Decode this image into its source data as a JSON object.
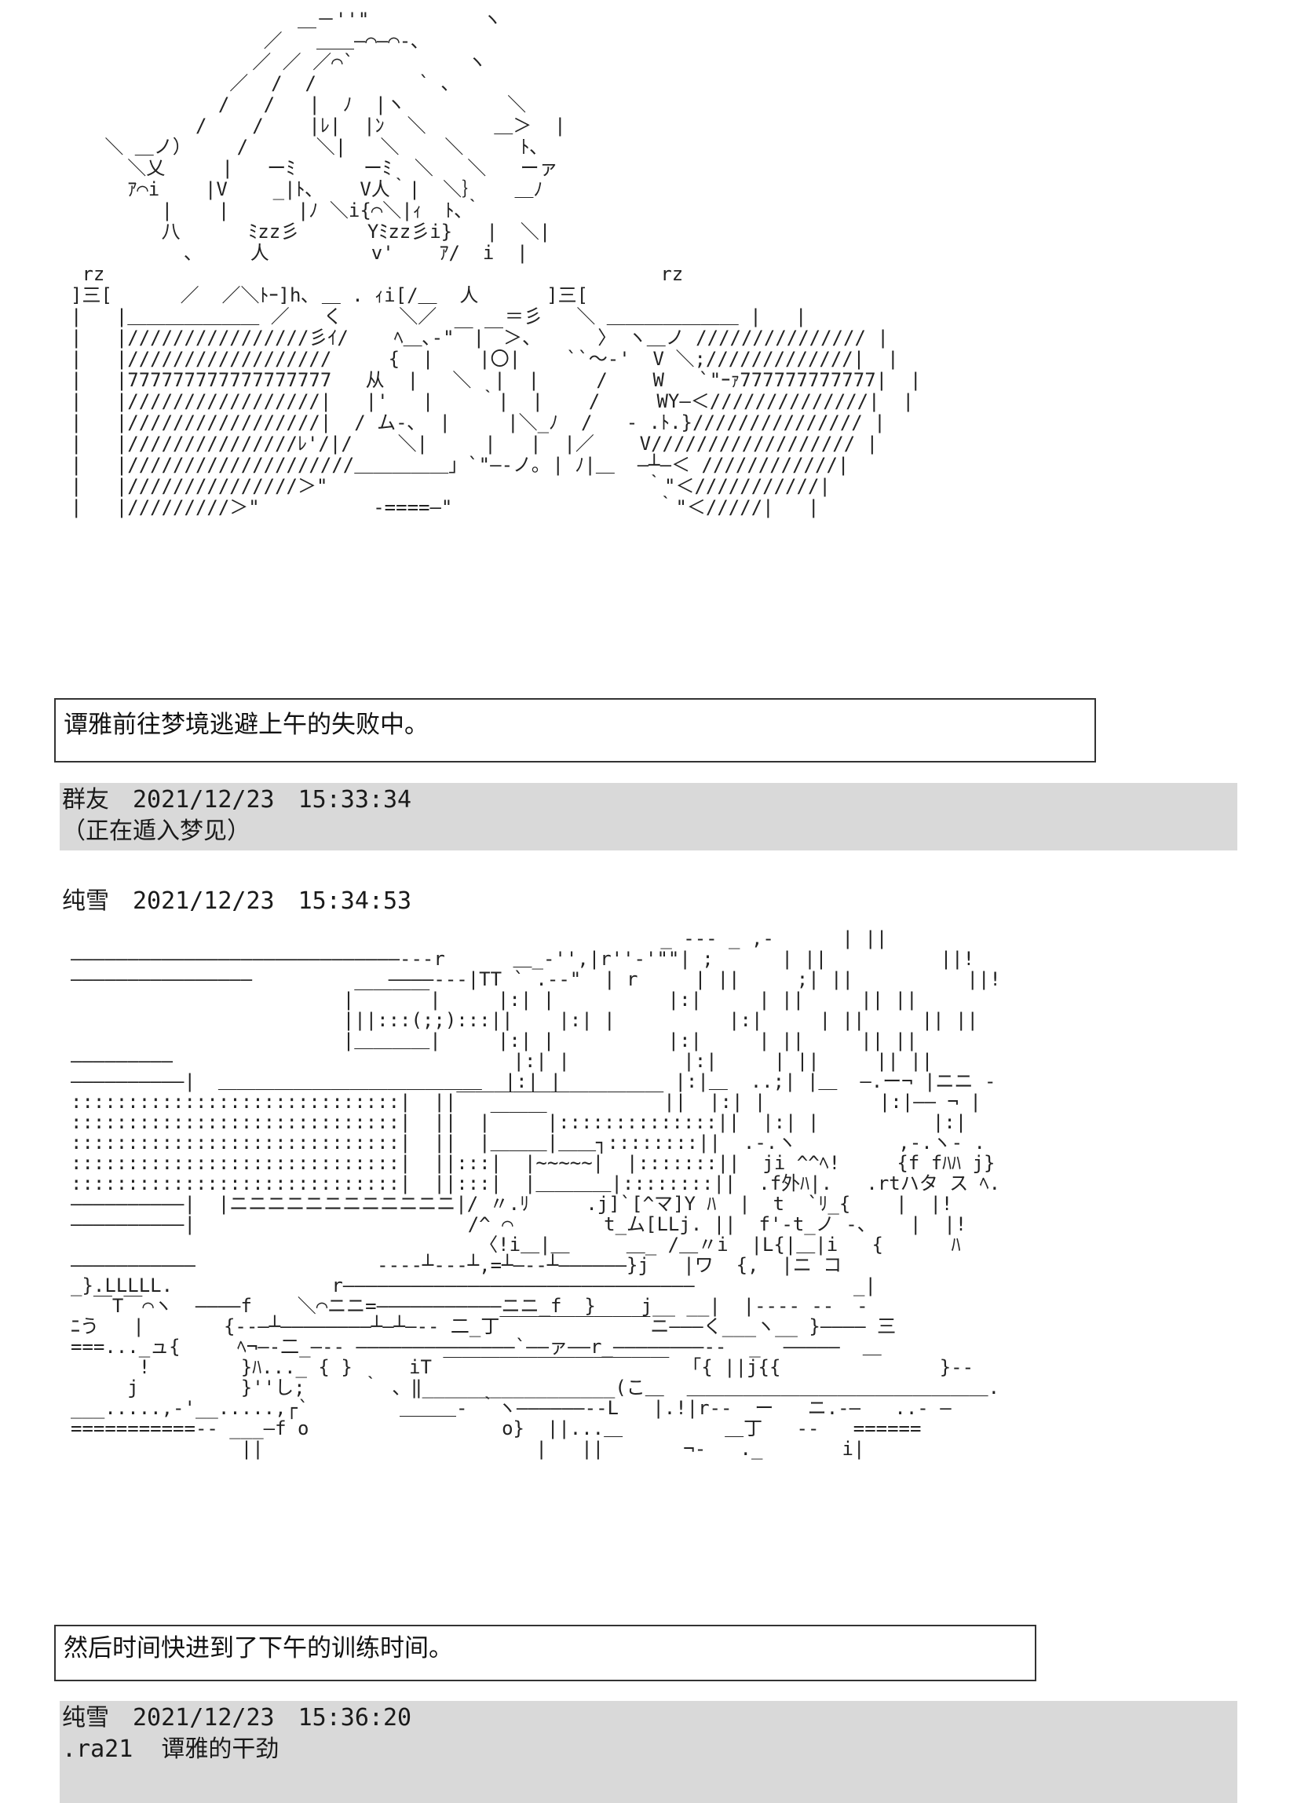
{
  "art": {
    "scene_one": "                    ＿－''\"          ヽ\n                 ／   ＿＿―⌒―⌒‐､\n                ／ ／ ／⌒`          ヽ\n              ／  /  /         ` ､\n             /   /   |  ﾉ  |ヽ         ＼\n           /    /    |ﾚ|  |ﾝ  ＼      ＿＞  |\n   ＼ ＿ノ）    /      ＼|   ＼    ＼     ﾄ､\n     ＼乂     |   ーﾐ      ーﾐ  ＼   ＼   ーァ\n     ｱ⌒i    |V    _|ﾄ､    V人｀|  ＼｝   ＿ﾉ\n        |    |      |ﾉ ＼i{⌒＼|ｨ  ﾄ､｀\n        八      ﾐzz彡      Yﾐzz彡i}   |  ＼|\n          ､     人         v'    ｱ/  i  |\n rz                                                 rz\n]三[      ／  ／＼ﾄｰ]h､ ＿ . ｨi[/＿  人      ]三[\n|   |＿＿＿＿＿＿＿ ／   く     ＼／      ＝彡   ＼ ＿＿＿＿＿＿＿ |   |\n|   |////////////////彡ｲ/    ﾍ＿､-\"￣|￣＞、     〉 ヽ＿ノ /////////////// |\n|   |//////////////////     {  |    |〇|    ``～-'  V ＼;/////////////|  |\n|   |777777777777777777   从  |   ＼  |  |     /    W   `\"ｰｧ777777777777|  |\n|   |/////////////////|   |'   |    ｀|  |    /     WY―＜//////////////|  |\n|   |/////////////////|  / ム-､  |     |＼_ﾉ  /   ‐ .ﾄ.}/////////////// |\n|   |///////////////ﾚ'/|/    ＼|     |   |  |／    V////////////////// |\n|   |////////////////////＿＿＿＿＿」`\"―‐ノ｡ | ﾉ|＿  ―┴―＜ ////////////|\n|   |///////////////＞\"                            ｀\"＜///////////|\n|   |/////////＞\"          ‐====―\"                  ｀\"＜/////|   |",
    "scene_two": "                                                    _ -‐- _ ,-      | ||          ||!\n―――――――――――――――――――――――――――――‐‐‐r      ＿_-'',|r''-'\"\"| ;      | ||          ||!\n――――――――――――――――            ――――‐‐‐|TT ` .-‐\"  | r     | ||     ;| ||          ||!\n                        |￣￣￣￣|     |:| |          |:|     | ||     || ||          ||!\n                        |||:::(;;):::||    |:| |          |:|     | ||     || ||          ||!\n                        |＿＿＿＿|     |:| |          |:|     | ||     || ||          ||!\n―――――――――                              |:| |          |:|     | ||     || ||      ;  ||!\n――――――――――|  ＿＿＿＿＿＿＿＿＿＿＿＿＿＿  |:| |          |:|＿  ..;| |＿  ―.ー¬ |ニニ ‐‐| |!\n:::::::::::::::::::::::::::::|  ||￣￣￣￣￣￣￣￣￣￣￣||  |:| |          |:|―― ¬ |    |  ||     |  |!\n:::::::::::::::::::::::::::::|  ||  |￣￣￣|::::::::::::::||  |:| |          |:|     |    |  ||     |  |!\n:::::::::::::::::::::::::::::|  ||  |＿＿＿|＿＿┐::::::::||  .-.ヽ         ,-.ヽ- . |    |  ||     |  |!\n:::::::::::::::::::::::::::::|  ||:::|  |~~~~~|  |:::::::||  ji ^^ﾍ!     {f fﾊﾊ j}.|    ,―-  ヽ  |  |!\n:::::::::::::::::::::::::::::|  ||:::|  |＿＿＿＿|::::::::||  .f外ﾊ|.   .rtハタ ス ﾍ. |  j､  ヽ  ﾍ    |  |!\n――――――――――|  |ニニニニニニニニニニニニ|/ 〃.ﾘ     .j]`[^マ]Y ﾊ  |  t  `ﾘ_{    |  |!\n――――――――――|                        /^ ⌒        t_ム[LLj. ||  f'‐t_ノ ‐、   |  |!\n                                    〈!i＿|＿     ＿_ /＿〃i  |L{|＿|i   {      ﾊ   |  |!\n―――――――――――                ‐‐‐‐┴‐‐‐┴,=┴―‐‐┴――――――}j   |ワ  {,  |ニ コ\n_}.LLLLL.              r―――――――――――――――――――――――――――――――              _|\n  ￣T￣⌒ヽ  ――――f    ＼⌒ニニ=―――――――――――ニニ_f  }    j__ __|  |‐‐‐‐ ‐‐  ‐\nﾆう   |       {‐-―┴――――――――┴―┴―‐‐ 二_丁￣￣￣￣￣￣￣￣ニ―――く___ヽ__ }―――― 三\n===..._ュ{     ﾍ¬―‐二_―‐‐ ――――――――――――――`――ァ――r_――――――――‐-  _  ―――――  ＿\n      !        }ﾊ..._ { }     iT ￣￣￣￣￣￣￣￣￣￣￣￣  ｢{ ||j{{              }‐‐   }}￣￣\n     j         }''し;     ｀ 、‖_________________(こ＿  ＿＿＿＿＿＿＿＿＿＿＿＿＿＿＿＿....\n___.....,-'__.....,┌`        ＿＿＿‐ ｀ヽ――――――‐‐L   |.!|r‐‐  ー   ニ.-―   ..‐ ―\n===========‐‐ ___―f o                 o}  ||...＿         ＿丁   ‐-   ======\n               ||                        |   ||       ¬‐   ._       i|"
  },
  "captions": {
    "first": "谭雅前往梦境逃避上午的失败中。",
    "second": "然后时间快进到了下午的训练时间。"
  },
  "posts": [
    {
      "author": "群友",
      "date": "2021/12/23",
      "time": "15:33:34",
      "text": "（正在遁入梦见）",
      "background": "#d9d9d9"
    },
    {
      "author": "纯雪",
      "date": "2021/12/23",
      "time": "15:34:53",
      "text": ""
    },
    {
      "author": "纯雪",
      "date": "2021/12/23",
      "time": "15:36:20",
      "text": ".ra21  谭雅的干劲",
      "background": "#d9d9d9"
    }
  ]
}
